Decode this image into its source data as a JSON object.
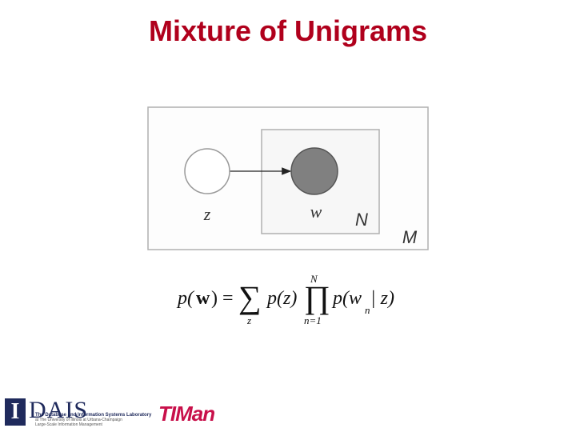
{
  "slide": {
    "title": "Mixture of Unigrams",
    "title_color": "#b0001c"
  },
  "diagram": {
    "node_z": {
      "label": "z",
      "observed": false,
      "fill": "#ffffff"
    },
    "node_w": {
      "label": "w",
      "observed": true,
      "fill": "#808080"
    },
    "plate_inner": {
      "label": "N"
    },
    "plate_outer": {
      "label": "M"
    }
  },
  "formula": {
    "lhs": "p(",
    "lhs_var": "w",
    "lhs_close": ") =",
    "sum_symbol": "∑",
    "sum_sub": "z",
    "pz": "p(z)",
    "prod_symbol": "∏",
    "prod_sup": "N",
    "prod_sub": "n=1",
    "rhs_open": "p(w",
    "rhs_sub": "n",
    "rhs_close": " | z)"
  },
  "footer": {
    "logo_i": "I",
    "dais_text": "DAIS",
    "dais_subtitle_line1": "The Database and Information Systems Laboratory",
    "dais_subtitle_line2": "at The University of Illinois at Urbana-Champaign",
    "dais_subtitle_line3": "Large-Scale Information Management",
    "timan_text": "TIMan"
  }
}
